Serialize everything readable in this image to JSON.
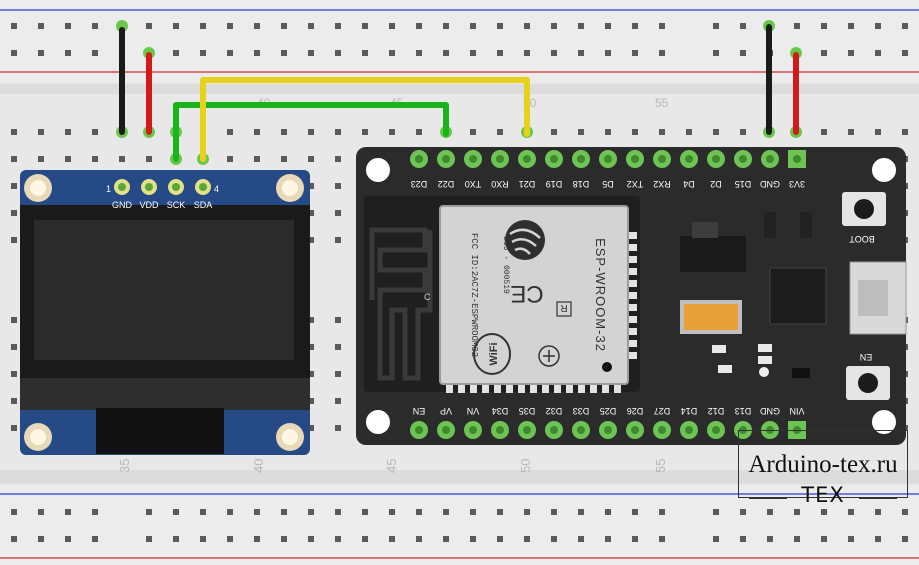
{
  "breadboard": {
    "column_numbers_top": [
      "40",
      "45",
      "50",
      "55"
    ],
    "column_numbers_bottom": [
      "35",
      "40",
      "45",
      "50",
      "55"
    ]
  },
  "oled": {
    "pin_numbers": [
      "1",
      "4"
    ],
    "pin_labels": [
      "GND",
      "VDD",
      "SCK",
      "SDA"
    ]
  },
  "esp32": {
    "top_pins": [
      "D23",
      "D22",
      "TX0",
      "RX0",
      "D21",
      "D19",
      "D18",
      "D5",
      "TX2",
      "RX2",
      "D4",
      "D2",
      "D15",
      "GND",
      "3V3"
    ],
    "bottom_pins": [
      "EN",
      "VP",
      "VN",
      "D34",
      "D35",
      "D32",
      "D33",
      "D25",
      "D26",
      "D27",
      "D14",
      "D12",
      "D13",
      "GND",
      "VIN"
    ],
    "module_text": {
      "model": "ESP-WROOM-32",
      "fcc": "FCC ID:2AC7Z-ESPWROOM32",
      "cert": "205 - 000519",
      "r_mark": "R",
      "ce": "CE",
      "wifi": "WiFi"
    },
    "buttons": [
      "BOOT",
      "EN"
    ],
    "antenna_label": "C"
  },
  "wire_colors": {
    "gnd": "#1a1a1a",
    "vcc": "#d11b1b",
    "sck": "#19b419",
    "sda": "#e6d21a"
  },
  "watermark": {
    "site": "Arduino-tex.ru",
    "brand": "TEX"
  }
}
